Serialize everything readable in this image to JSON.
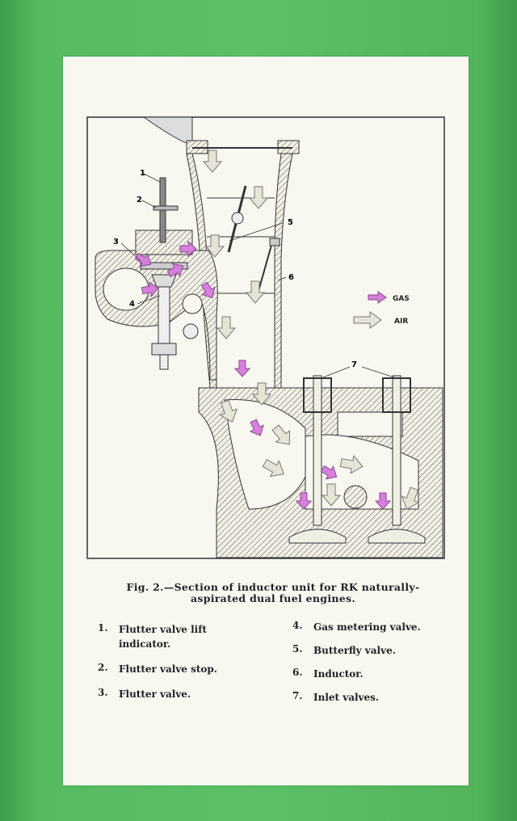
{
  "figure": {
    "caption": "Fig. 2.—Section of inductor unit for RK naturally-aspirated dual fuel engines.",
    "callouts": [
      "1",
      "2",
      "3",
      "4",
      "5",
      "6",
      "7"
    ],
    "legend": {
      "gas": "GAS",
      "air": "AIR"
    },
    "colors": {
      "gas": "#d27ad8",
      "air": "#e8e6d6",
      "background": "#4fb25a",
      "paper": "#f8f7f0"
    }
  },
  "parts": [
    {
      "num": "1.",
      "label": "Flutter valve lift indicator."
    },
    {
      "num": "2.",
      "label": "Flutter valve stop."
    },
    {
      "num": "3.",
      "label": "Flutter valve."
    },
    {
      "num": "4.",
      "label": "Gas metering valve."
    },
    {
      "num": "5.",
      "label": "Butterfly valve."
    },
    {
      "num": "6.",
      "label": "Inductor."
    },
    {
      "num": "7.",
      "label": "Inlet valves."
    }
  ]
}
